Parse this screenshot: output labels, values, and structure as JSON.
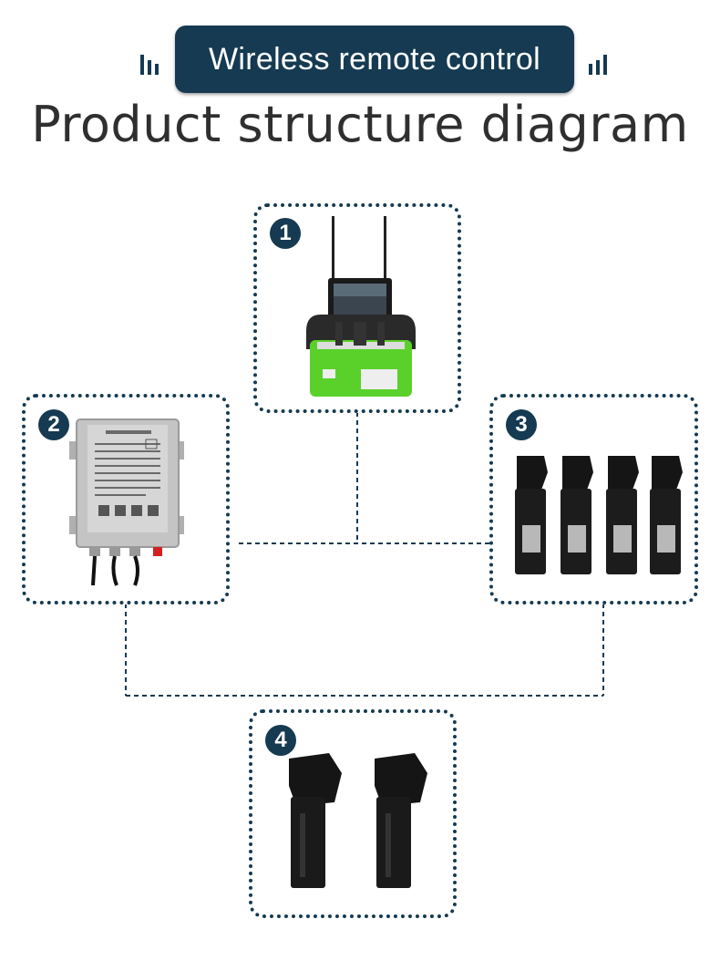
{
  "header": {
    "badge_text": "Wireless remote control",
    "title": "Product structure diagram"
  },
  "components": [
    {
      "number": "1"
    },
    {
      "number": "2"
    },
    {
      "number": "3"
    },
    {
      "number": "4"
    }
  ],
  "colors": {
    "accent": "#153a52",
    "title_text": "#2f2f2f",
    "remote_green": "#5ad12a"
  },
  "icons": [
    "signal-bars-icon",
    "remote-controller-image",
    "control-box-image",
    "linear-actuator-image"
  ]
}
